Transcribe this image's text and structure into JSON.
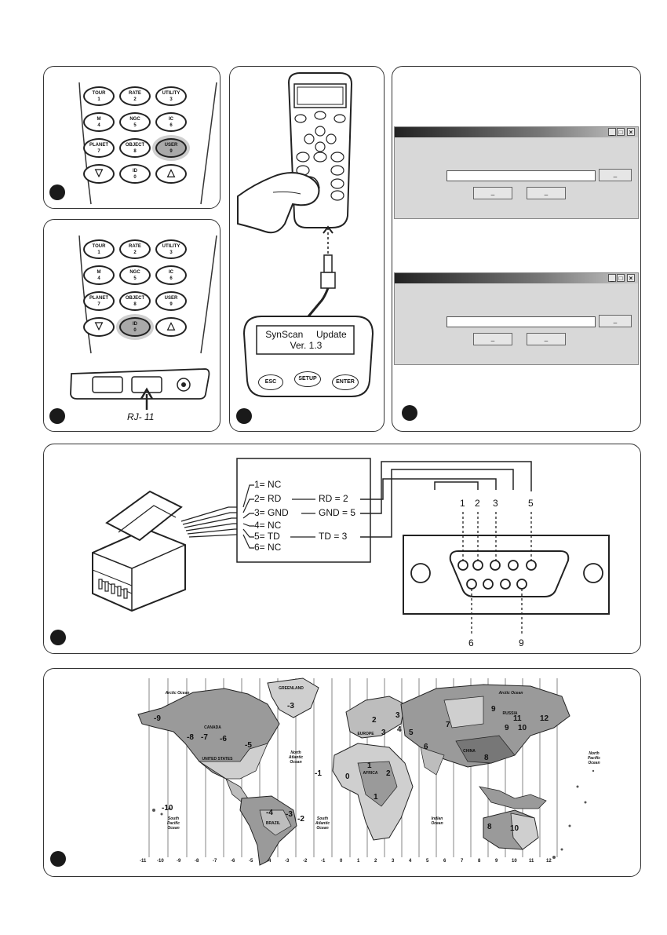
{
  "keypad": {
    "row1": [
      {
        "name": "TOUR",
        "num": "1"
      },
      {
        "name": "RATE",
        "num": "2"
      },
      {
        "name": "UTILITY",
        "num": "3"
      }
    ],
    "row2": [
      {
        "name": "M",
        "num": "4"
      },
      {
        "name": "NGC",
        "num": "5"
      },
      {
        "name": "IC",
        "num": "6"
      }
    ],
    "row3": [
      {
        "name": "PLANET",
        "num": "7"
      },
      {
        "name": "OBJECT",
        "num": "8"
      },
      {
        "name": "USER",
        "num": "9"
      }
    ],
    "row4": [
      {
        "name": "",
        "num": "0",
        "top": "ID"
      }
    ]
  },
  "panel2": {
    "port_label": "RJ- 11"
  },
  "handset": {
    "lcd_line1": "SynScan     Update",
    "lcd_line2": "Ver. 1.3",
    "buttons": {
      "esc": "ESC",
      "setup": "SETUP",
      "enter": "ENTER"
    },
    "small_buttons": {
      "esc": "ESC",
      "setup": "SETUP",
      "enter": "ENTER"
    }
  },
  "dialogs": {
    "btn_browse": "_",
    "btn_ok": "_",
    "btn_cancel": "_",
    "minimize": "_",
    "maximize": "□",
    "close": "×"
  },
  "wiring": {
    "rj11_pins": [
      "1= NC",
      "2= RD",
      "3= GND",
      "4= NC",
      "5= TD",
      "6= NC"
    ],
    "mappings": {
      "rd": "RD = 2",
      "gnd": "GND = 5",
      "td": "TD = 3"
    },
    "db9_top": {
      "p1": "1",
      "p2": "2",
      "p3": "3",
      "p5": "5"
    },
    "db9_bottom": {
      "p6": "6",
      "p9": "9"
    }
  },
  "map": {
    "axis": [
      "-11",
      "-10",
      "-9",
      "-8",
      "-7",
      "-6",
      "-5",
      "-4",
      "-3",
      "-2",
      "-1",
      "0",
      "1",
      "2",
      "3",
      "4",
      "5",
      "6",
      "7",
      "8",
      "9",
      "10",
      "11",
      "12"
    ],
    "oceans": {
      "arctic_w": "Arctic Ocean",
      "arctic_e": "Arctic Ocean",
      "n_atlantic": "North Atlantic Ocean",
      "s_atlantic": "South Atlantic Ocean",
      "s_pacific": "South Pacific Ocean",
      "indian": "Indian Ocean",
      "n_pacific": "North Pacific Ocean"
    },
    "countries": {
      "greenland": "GREENLAND",
      "canada": "CANADA",
      "usa": "UNITED STATES",
      "brazil": "BRAZIL",
      "africa": "AFRICA",
      "russia": "RUSSIA",
      "china": "CHINA",
      "europe": "EUROPE"
    },
    "zones": {
      "z_m9": "-9",
      "z_m8": "-8",
      "z_m7": "-7",
      "z_m6": "-6",
      "z_m5": "-5",
      "z_m3g": "-3",
      "z_m4": "-4",
      "z_m3": "-3",
      "z_m2": "-2",
      "z_m10": "-10",
      "z_m1": "-1",
      "z_0": "0",
      "z_1": "1",
      "z_2": "2",
      "z_3": "3",
      "z_4": "4",
      "z_5": "5",
      "z_6": "6",
      "z_7": "7",
      "z_8": "8",
      "z_9": "9",
      "z_10": "10",
      "z_11": "11",
      "z_12": "12",
      "z_9b": "9",
      "z_10b": "10",
      "z_8b": "8",
      "z_2b": "2",
      "z_3b": "3",
      "z_1b": "1"
    }
  }
}
